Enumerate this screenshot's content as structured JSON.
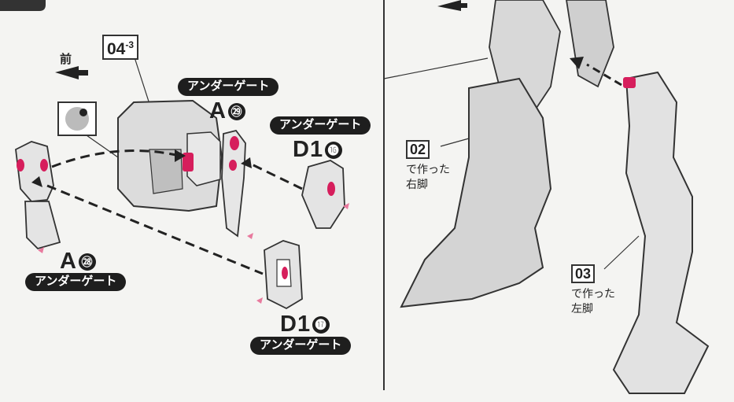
{
  "header": {
    "front_label": "前"
  },
  "left_panel": {
    "step_badge": {
      "main": "04",
      "sub": "-3"
    },
    "callouts": [
      {
        "part": "A",
        "num": "㉙",
        "name": "アンダーゲート"
      },
      {
        "part": "D1",
        "num": "⓰",
        "name": "アンダーゲート"
      },
      {
        "part": "A",
        "num": "㉘",
        "name": "アンダーゲート"
      },
      {
        "part": "D1",
        "num": "⓱",
        "name": "アンダーゲート"
      }
    ]
  },
  "right_panel": {
    "right_leg_note": {
      "code": "02",
      "line1": "で作った",
      "line2": "右脚"
    },
    "left_leg_note": {
      "code": "03",
      "line1": "で作った",
      "line2": "左脚"
    }
  },
  "colors": {
    "accent": "#d61e5c",
    "part_fill": "#dedede",
    "outline": "#333333"
  }
}
